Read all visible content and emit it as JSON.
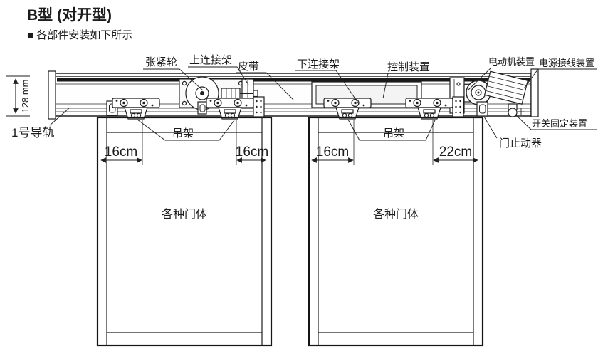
{
  "title": "B型 (对开型)",
  "subtitle": "■ 各部件安装如下所示",
  "labels": {
    "tension_wheel": "张紧轮",
    "upper_connector": "上连接架",
    "belt": "皮带",
    "lower_connector": "下连接架",
    "control_unit": "控制装置",
    "motor_unit": "电动机装置",
    "power_wiring_unit": "电源接线装置",
    "switch_mount": "开关固定装置",
    "door_stopper": "门止动器",
    "rail": "1号导轨",
    "hanger": "吊架",
    "door_body": "各种门体"
  },
  "dimensions": {
    "rail_height": "128 mm",
    "left_door_left_offset": "16cm",
    "left_door_right_offset": "16cm",
    "right_door_left_offset": "16cm",
    "right_door_right_offset": "22cm"
  },
  "colors": {
    "line": "#1f1f1f",
    "belt": "#1a1a1a",
    "background": "#ffffff"
  }
}
